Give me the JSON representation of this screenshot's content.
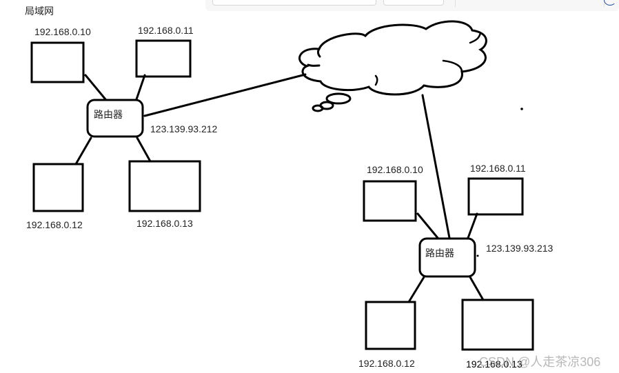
{
  "title": "局域网",
  "lan_left": {
    "router": {
      "label": "路由器",
      "public_ip": "123.139.93.212"
    },
    "hosts": [
      {
        "ip": "192.168.0.10"
      },
      {
        "ip": "192.168.0.11"
      },
      {
        "ip": "192.168.0.12"
      },
      {
        "ip": "192.168.0.13"
      }
    ]
  },
  "lan_right": {
    "router": {
      "label": "路由器",
      "public_ip": "123.139.93.213"
    },
    "hosts": [
      {
        "ip": "192.168.0.10"
      },
      {
        "ip": "192.168.0.11"
      },
      {
        "ip": "192.168.0.12"
      },
      {
        "ip": "192.168.0.13"
      }
    ]
  },
  "internet": {
    "shape": "cloud"
  },
  "watermark": "CSDN @人走茶凉306",
  "colors": {
    "stroke": "#000000",
    "text": "#222222",
    "watermark": "#a0a0a0"
  }
}
